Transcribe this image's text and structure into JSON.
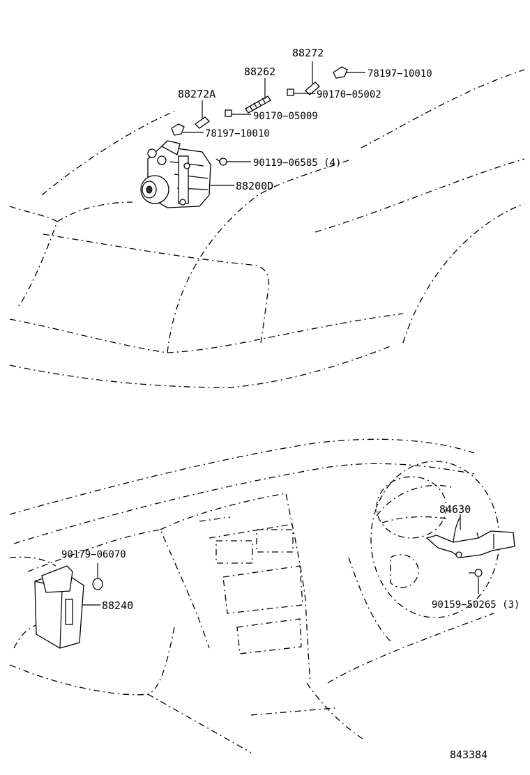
{
  "diagram_code": "843384",
  "callouts": {
    "p88272": "88272",
    "p78197_top": "78197−10010",
    "p88262": "88262",
    "p90170_05002": "90170−05002",
    "p88272A": "88272A",
    "p90170_05009": "90170−05009",
    "p78197_mid": "78197−10010",
    "p90119": "90119−06585 (4)",
    "p88200D": "88200D",
    "p84630": "84630",
    "p90179": "90179−06070",
    "p88240": "88240",
    "p90159": "90159−50265 (3)"
  }
}
